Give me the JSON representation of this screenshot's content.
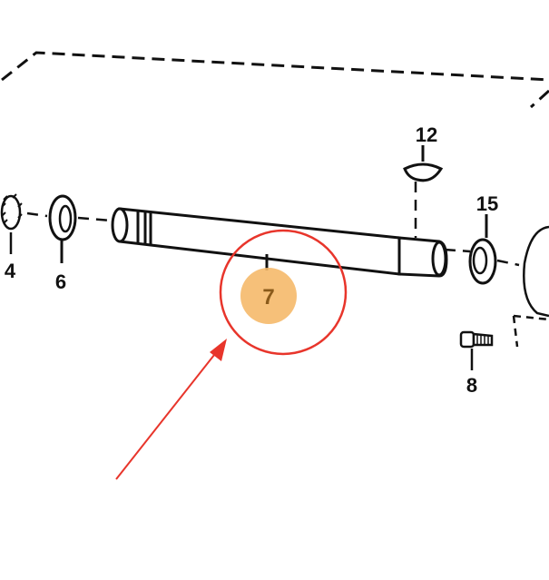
{
  "diagram": {
    "callouts": {
      "bearing_left": "4",
      "seal_left": "6",
      "shaft": "7",
      "bolt": "8",
      "key": "12",
      "seal_right": "15"
    },
    "highlight": {
      "badge_color": "#f5b96a",
      "circle_color": "#e8352b",
      "arrow_color": "#e8352b",
      "label_color": "#8a5a1a"
    }
  }
}
